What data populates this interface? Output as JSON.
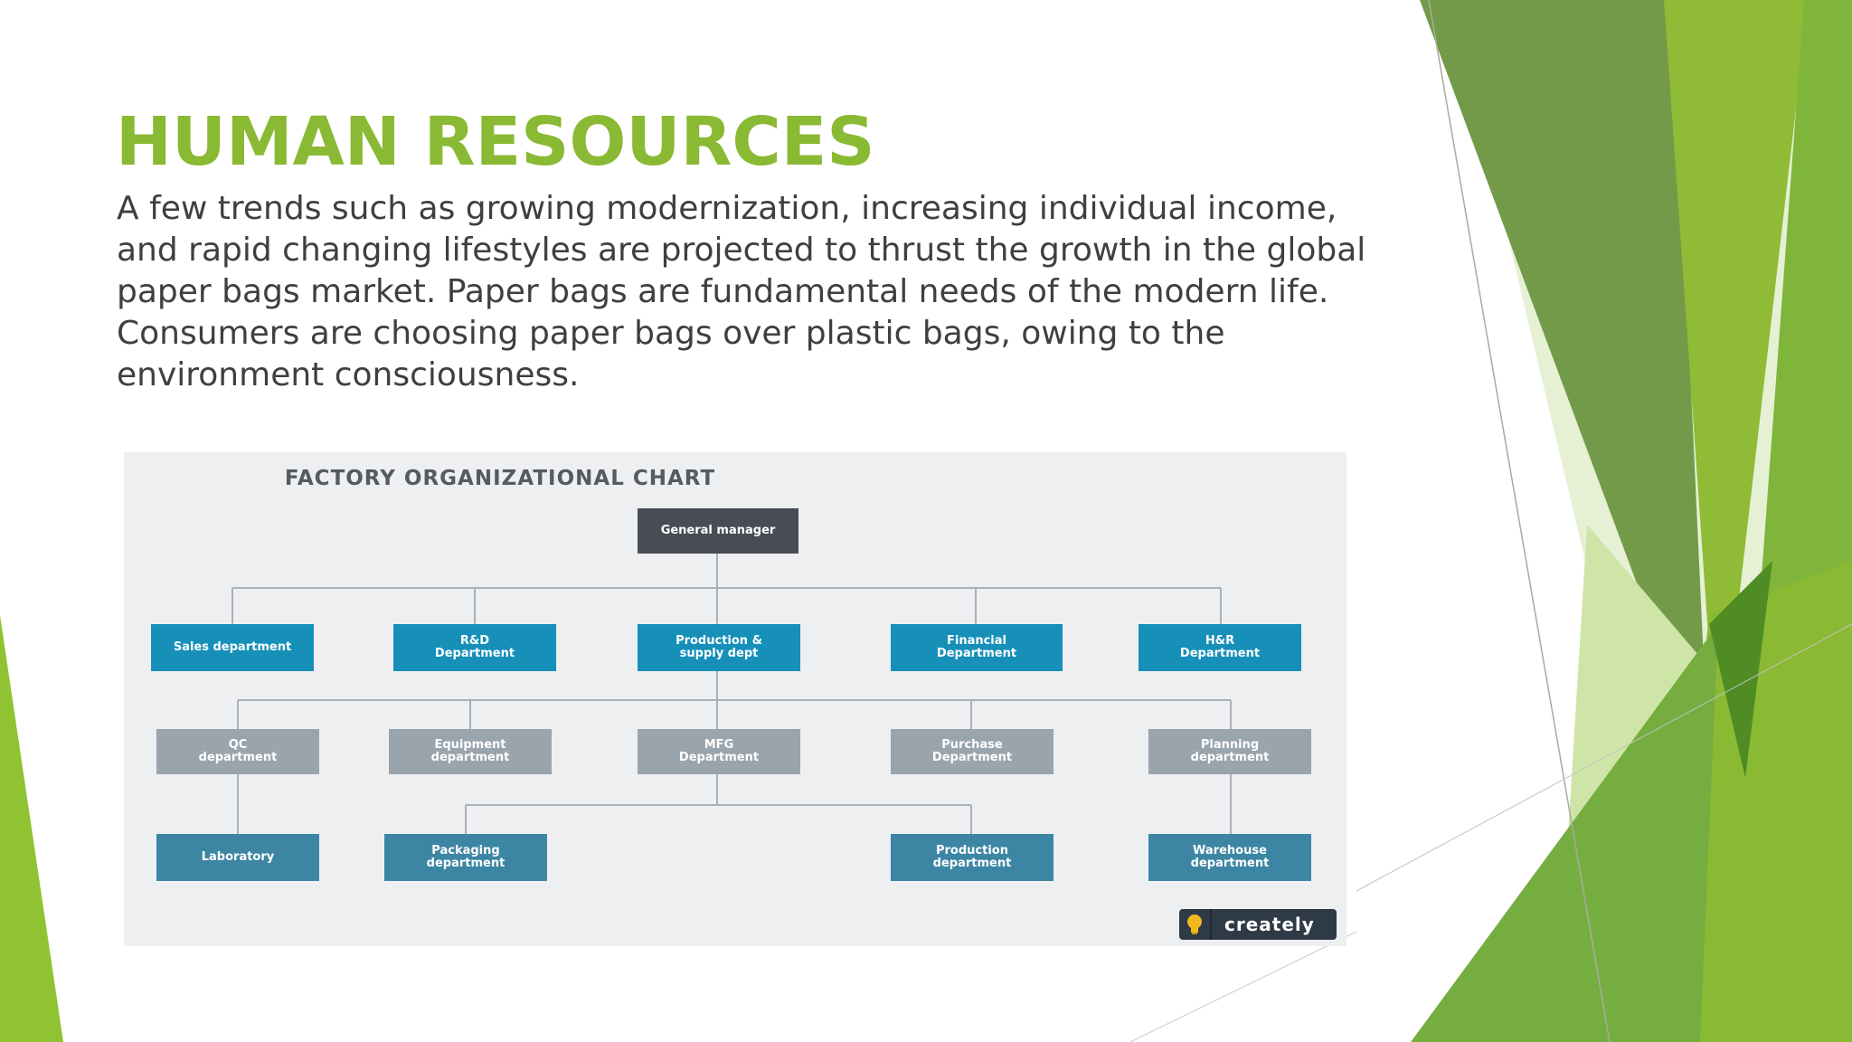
{
  "slide": {
    "title": "HUMAN RESOURCES",
    "body": "A few trends such as growing modernization, increasing individual income, and rapid changing  lifestyles are projected to thrust the growth in the global paper bags market. Paper bags are fundamental needs of the modern life. Consumers are choosing paper bags over plastic bags, owing to the environment consciousness."
  },
  "org_chart": {
    "title": "FACTORY ORGANIZATIONAL CHART",
    "top": "General manager",
    "departments": [
      "Sales department",
      "R&D\nDepartment",
      "Production &\nsupply dept",
      "Financial\nDepartment",
      "H&R\nDepartment"
    ],
    "sub_departments": [
      "QC\ndepartment",
      "Equipment\ndepartment",
      "MFG\nDepartment",
      "Purchase\nDepartment",
      "Planning\ndepartment"
    ],
    "leaf_departments": [
      "Laboratory",
      "Packaging\ndepartment",
      "Production\ndepartment",
      "Warehouse\ndepartment"
    ],
    "brand": "creately"
  },
  "colors": {
    "title_green": "#8ab933",
    "node_dark": "#474c55",
    "node_blue": "#1690b9",
    "node_gray": "#9aa4ad",
    "node_teal": "#3d86a3",
    "deco_green_dark": "#6c9a3c",
    "deco_green_light": "#9cc83a"
  }
}
